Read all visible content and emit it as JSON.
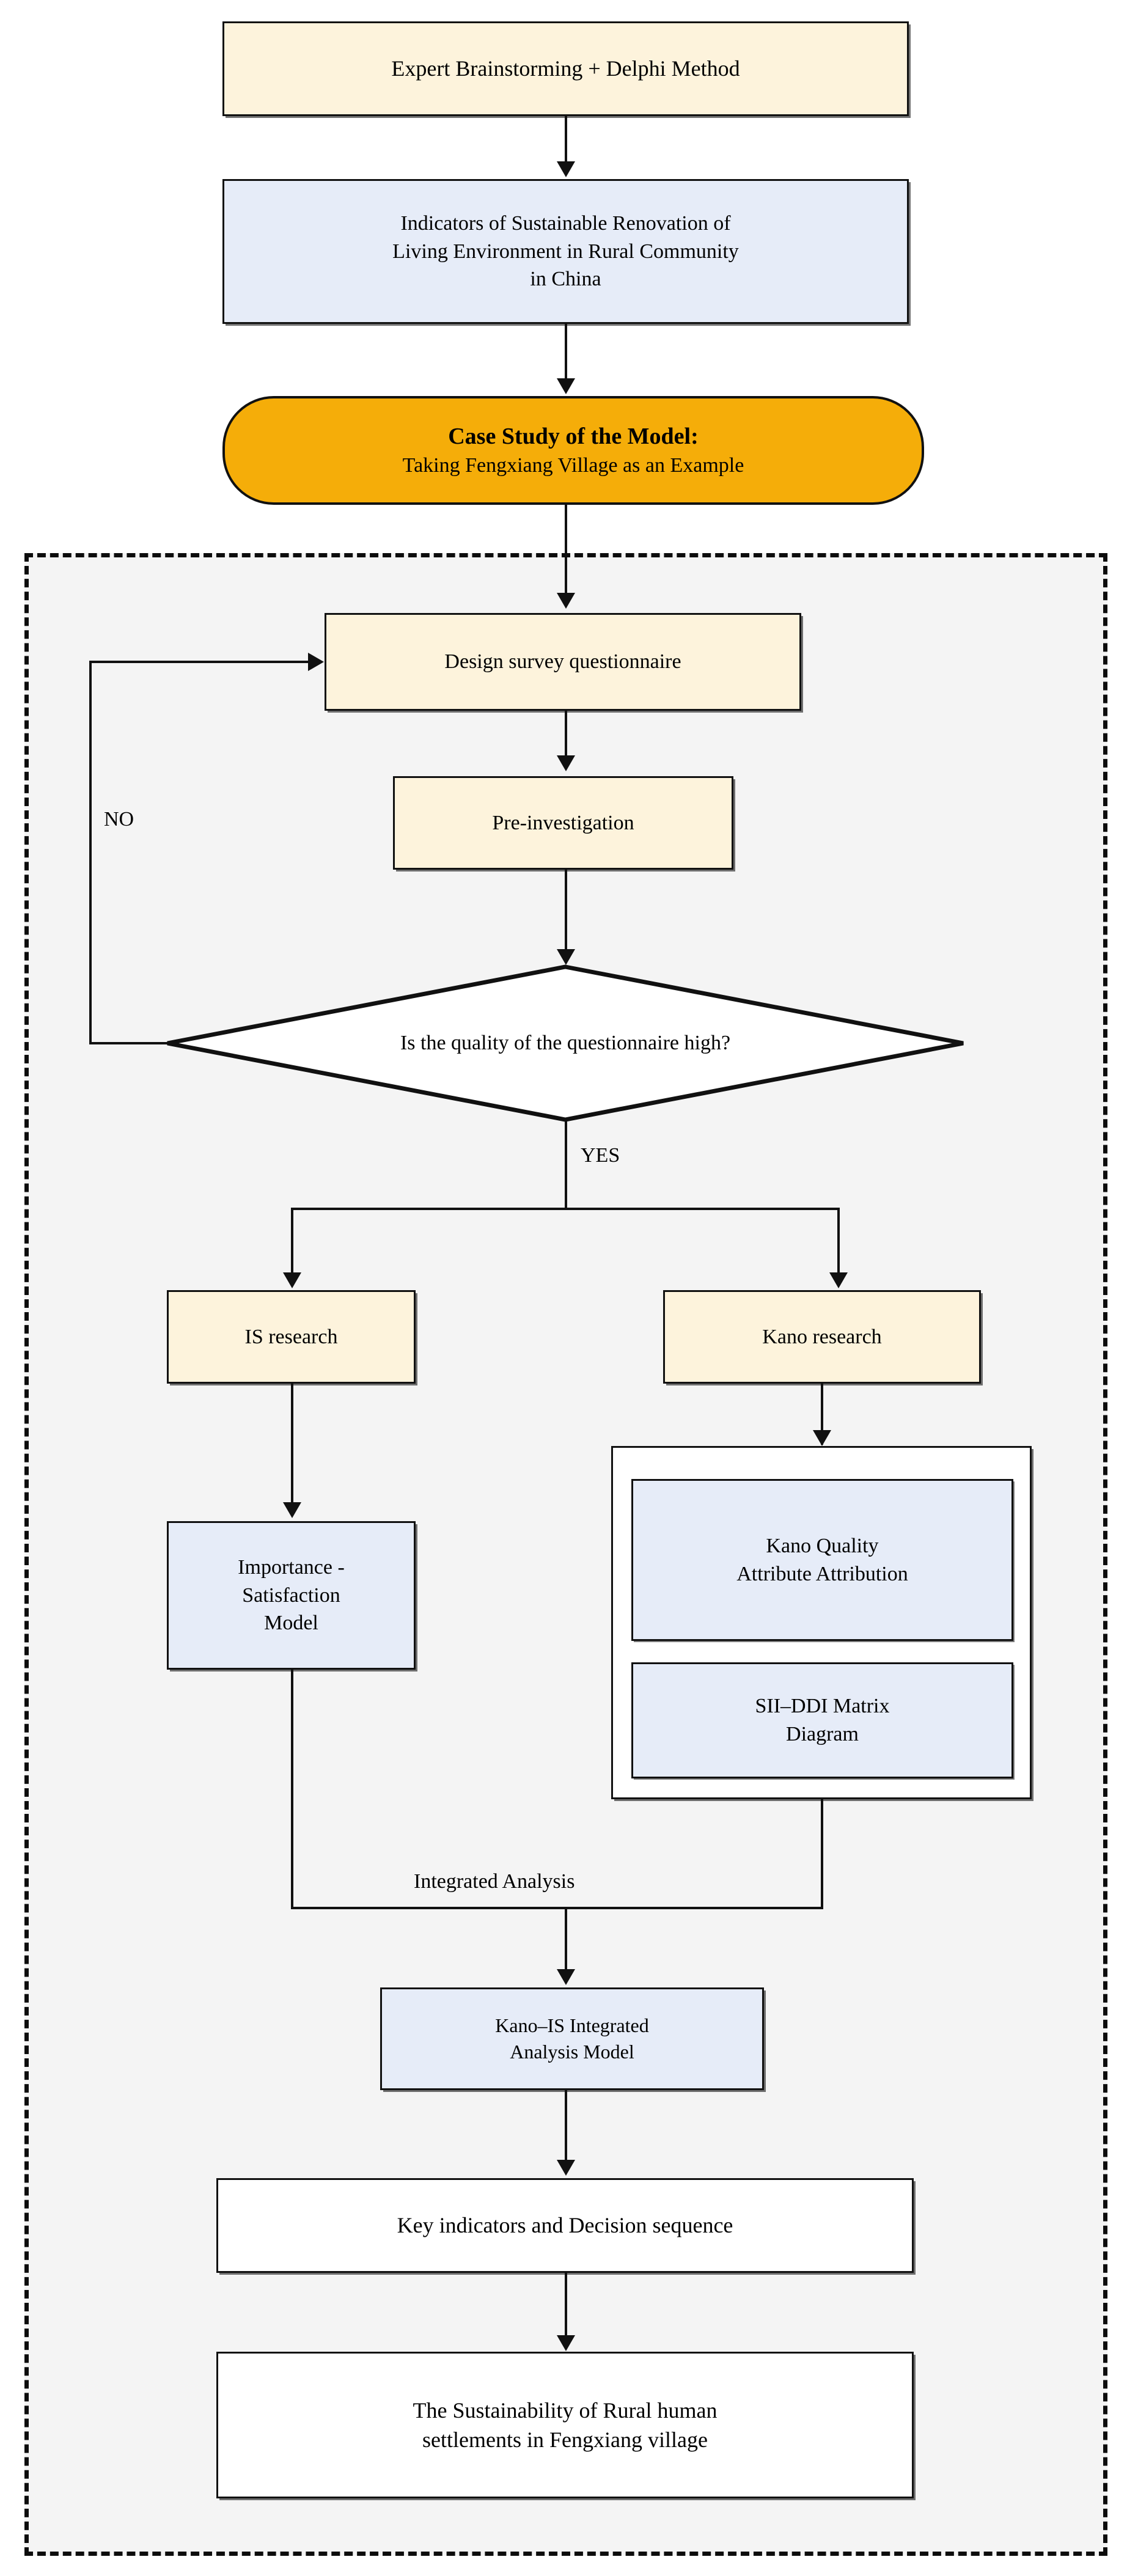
{
  "diagram": {
    "title": "Research framework flowchart",
    "colors": {
      "cream_fill": "#fdf3dc",
      "blue_fill": "#e6ecf8",
      "white_fill": "#ffffff",
      "orange_fill": "#f5ad09",
      "region_fill": "#f4f4f4",
      "line": "#111111"
    }
  },
  "nodes": {
    "expert_brainstorming": "Expert Brainstorming + Delphi Method",
    "indicators_line1": "Indicators of Sustainable Renovation of",
    "indicators_line2": "Living Environment in Rural Community",
    "indicators_line3": "in China",
    "case_study_line1": "Case Study of the Model:",
    "case_study_line2": "Taking Fengxiang Village as an Example",
    "design_survey": "Design survey questionnaire",
    "pre_investigation": "Pre-investigation",
    "decision_question": "Is the quality of the questionnaire high?",
    "is_research": "IS research",
    "kano_research": "Kano research",
    "importance_line1": "Importance -",
    "importance_line2": "Satisfaction",
    "importance_line3": "Model",
    "kano_quality_line1": "Kano Quality",
    "kano_quality_line2": "Attribute Attribution",
    "sii_ddi_line1": "SII–DDI Matrix",
    "sii_ddi_line2": "Diagram",
    "kano_is_line1": "Kano–IS Integrated",
    "kano_is_line2": "Analysis Model",
    "key_indicators": "Key indicators and Decision sequence",
    "sustainability_line1": "The Sustainability of Rural human",
    "sustainability_line2": "settlements in Fengxiang village"
  },
  "edge_labels": {
    "no": "NO",
    "yes": "YES",
    "integrated_analysis": "Integrated Analysis"
  }
}
